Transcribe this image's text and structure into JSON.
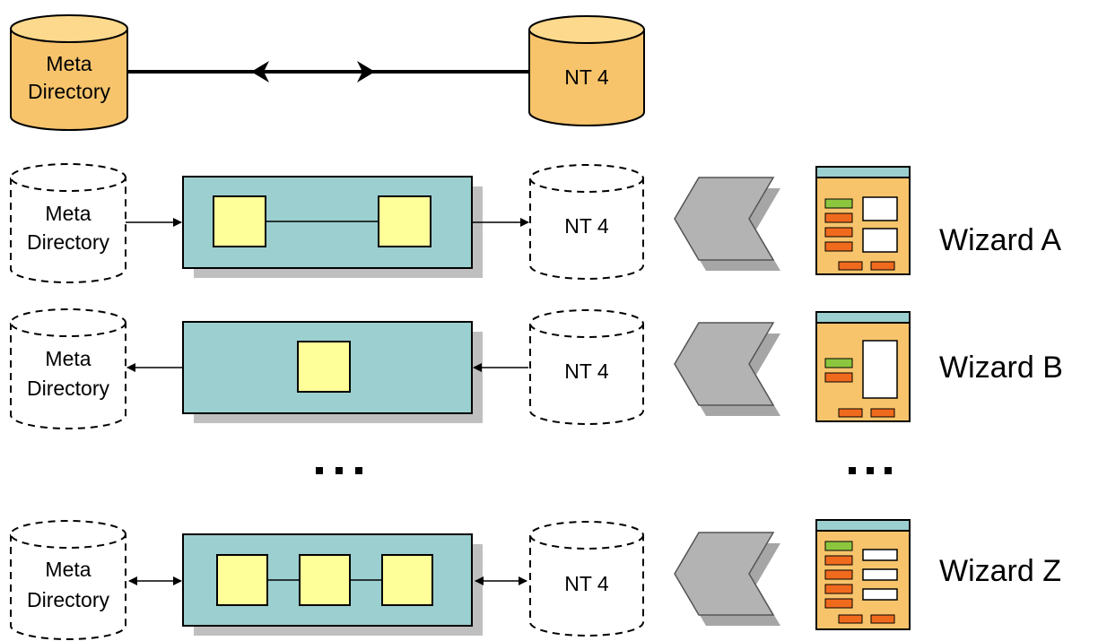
{
  "top_row": {
    "meta_store": {
      "line1": "Meta",
      "line2": "Directory"
    },
    "nt_store": {
      "label": "NT 4"
    },
    "link": "bidirectional"
  },
  "rows": [
    {
      "meta_store": {
        "line1": "Meta",
        "line2": "Directory"
      },
      "nt_store": {
        "label": "NT 4"
      },
      "direction": "meta-to-nt",
      "component_boxes": 2,
      "wizard_label": "Wizard A",
      "wizard_form": {
        "green_fields": 1,
        "orange_fields": 3,
        "text_panels": 2
      }
    },
    {
      "meta_store": {
        "line1": "Meta",
        "line2": "Directory"
      },
      "nt_store": {
        "label": "NT 4"
      },
      "direction": "nt-to-meta",
      "component_boxes": 1,
      "wizard_label": "Wizard B",
      "wizard_form": {
        "green_fields": 1,
        "orange_fields": 1,
        "text_panels": 1
      }
    },
    {
      "meta_store": {
        "line1": "Meta",
        "line2": "Directory"
      },
      "nt_store": {
        "label": "NT 4"
      },
      "direction": "bidirectional",
      "component_boxes": 3,
      "wizard_label": "Wizard Z",
      "wizard_form": {
        "green_fields": 1,
        "orange_fields": 4,
        "text_panels": 3
      }
    }
  ],
  "ellipsis": {
    "left": "...",
    "right": "..."
  },
  "colors": {
    "cylinder_fill": "#f7c46c",
    "cylinder_top": "#fcd98c",
    "pipeline_fill": "#9ccfcf",
    "component_fill": "#ffff99",
    "wizard_body": "#f7c46c",
    "wizard_titlebar": "#9ccfcf",
    "green_field": "#8cc63f",
    "orange_field": "#f06a1e",
    "chevron": "#b3b3b3",
    "shadow": "#bfbfbf"
  }
}
